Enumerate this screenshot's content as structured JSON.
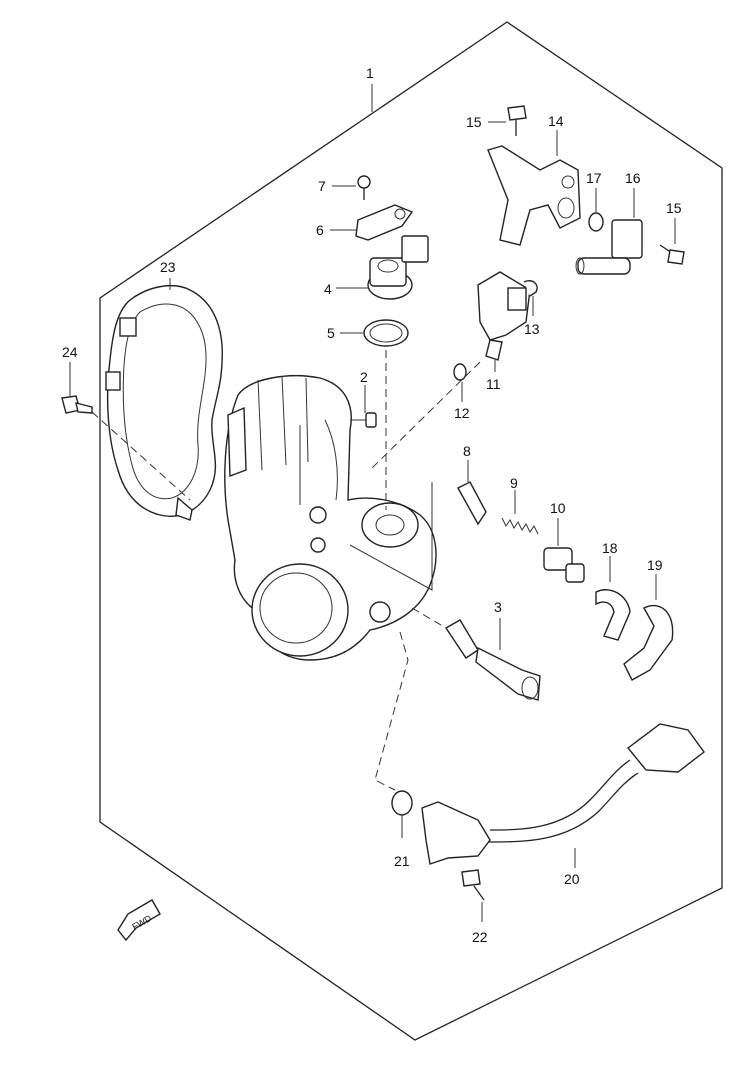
{
  "diagram": {
    "callouts": [
      {
        "id": "1",
        "label": "1"
      },
      {
        "id": "2",
        "label": "2"
      },
      {
        "id": "3",
        "label": "3"
      },
      {
        "id": "4",
        "label": "4"
      },
      {
        "id": "5",
        "label": "5"
      },
      {
        "id": "6",
        "label": "6"
      },
      {
        "id": "7",
        "label": "7"
      },
      {
        "id": "8",
        "label": "8"
      },
      {
        "id": "9",
        "label": "9"
      },
      {
        "id": "10",
        "label": "10"
      },
      {
        "id": "11",
        "label": "11"
      },
      {
        "id": "12",
        "label": "12"
      },
      {
        "id": "13",
        "label": "13"
      },
      {
        "id": "14",
        "label": "14"
      },
      {
        "id": "15a",
        "label": "15"
      },
      {
        "id": "15b",
        "label": "15"
      },
      {
        "id": "16",
        "label": "16"
      },
      {
        "id": "17",
        "label": "17"
      },
      {
        "id": "18",
        "label": "18"
      },
      {
        "id": "19",
        "label": "19"
      },
      {
        "id": "20",
        "label": "20"
      },
      {
        "id": "21",
        "label": "21"
      },
      {
        "id": "22",
        "label": "22"
      },
      {
        "id": "23",
        "label": "23"
      },
      {
        "id": "24",
        "label": "24"
      }
    ],
    "fwd_arrow_label": "FWD"
  }
}
